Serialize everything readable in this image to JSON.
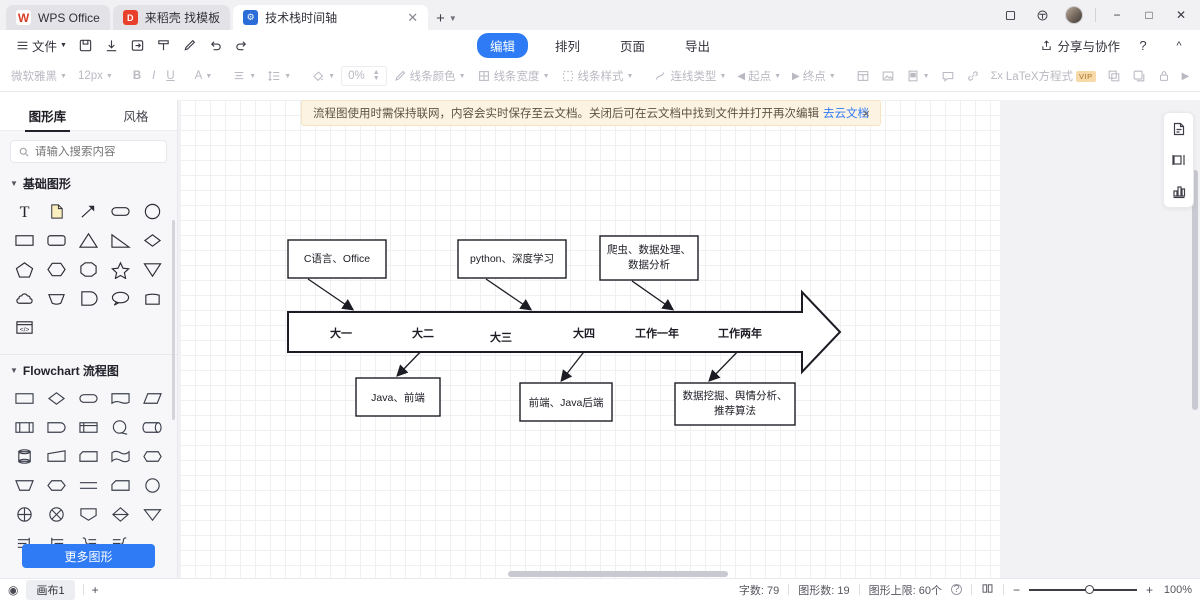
{
  "window": {
    "tabs": [
      {
        "label": "WPS Office",
        "icon": "wps-logo-icon",
        "active": false
      },
      {
        "label": "来稻壳 找模板",
        "icon": "docer-icon",
        "active": false
      },
      {
        "label": "技术栈时间轴",
        "icon": "flowchart-doc-icon",
        "active": true
      }
    ],
    "new_tab_label": "+",
    "controls": [
      "restore-icon",
      "compat-icon",
      "avatar",
      "minimize",
      "maximize",
      "close"
    ]
  },
  "menubar": {
    "file_label": "文件",
    "icons": [
      "save-icon",
      "download-icon",
      "export-icon",
      "format-painter-icon",
      "pen-icon",
      "undo-icon",
      "redo-icon"
    ],
    "tabs": [
      {
        "label": "编辑",
        "selected": true
      },
      {
        "label": "排列",
        "selected": false
      },
      {
        "label": "页面",
        "selected": false
      },
      {
        "label": "导出",
        "selected": false
      }
    ],
    "share_label": "分享与协作",
    "help_label": "?",
    "collapse_label": "^"
  },
  "format_toolbar": {
    "font_family": "微软雅黑",
    "font_size": "12px",
    "bold": "B",
    "italic": "I",
    "underline": "U",
    "font_color": "A",
    "align_label": "align-icon",
    "line_spacing_label": "line-spacing-icon",
    "fill_label": "fill-icon",
    "opacity_value": "0%",
    "line_color": "线条颜色",
    "line_width": "线条宽度",
    "line_style": "线条样式",
    "connector_type": "连线类型",
    "start_point": "起点",
    "end_point": "终点",
    "extra_icons": [
      "table-icon",
      "image-icon",
      "card-icon",
      "comment-icon",
      "link-icon"
    ],
    "latex_label": "LaTeX方程式",
    "latex_badge": "VIP",
    "tail_icons": [
      "group-icon",
      "copy-style-icon",
      "lock-icon",
      "more-icon"
    ]
  },
  "left_panel": {
    "tabs": [
      {
        "label": "图形库",
        "selected": true
      },
      {
        "label": "风格",
        "selected": false
      }
    ],
    "search_placeholder": "请输入搜索内容",
    "groups": [
      {
        "title": "基础图形",
        "shapes": [
          "text-T-icon",
          "note-icon",
          "arrow-line-icon",
          "rounded-rect-icon",
          "circle-icon",
          "rect-icon",
          "rounded-rect2-icon",
          "triangle-icon",
          "right-triangle-icon",
          "diamond-icon",
          "pentagon-icon",
          "hexagon-icon",
          "octagon-icon",
          "star-icon",
          "inverted-triangle-icon",
          "cloud-icon",
          "trapezoid-curve-icon",
          "quarter-round-icon",
          "speech-bubble-icon",
          "card-rect-icon",
          "code-block-icon"
        ]
      },
      {
        "title": "Flowchart 流程图",
        "shapes": [
          "process-icon",
          "decision-icon",
          "terminator-icon",
          "document-icon",
          "data-icon",
          "predefined-process-icon",
          "delay-icon",
          "internal-storage-icon",
          "connector-or-icon",
          "direct-data-icon",
          "database-icon",
          "manual-input-icon",
          "tape-data-icon",
          "multi-document-icon",
          "prep-hexagon-icon",
          "manual-operation-icon",
          "prep-icon",
          "parallel-mode-icon",
          "card-icon",
          "on-page-ref-icon",
          "summing-junction-icon",
          "or-icon",
          "extract-icon",
          "sort-icon",
          "merge-icon",
          "brace-right-icon",
          "brace-left-icon",
          "brace-close-icon",
          "brace-open-icon"
        ]
      }
    ],
    "more_shapes_label": "更多图形"
  },
  "canvas": {
    "banner": {
      "text": "流程图使用时需保持联网，内容会实时保存至云文档。关闭后可在云文档中找到文件并打开再次编辑",
      "link": "去云文档",
      "close": "×"
    },
    "timeline": {
      "stages": [
        "大一",
        "大二",
        "大三",
        "大四",
        "工作一年",
        "工作两年"
      ]
    },
    "top_notes": [
      {
        "lines": [
          "C语言、Office"
        ]
      },
      {
        "lines": [
          "python、深度学习"
        ]
      },
      {
        "lines": [
          "爬虫、数据处理、",
          "数据分析"
        ]
      }
    ],
    "bottom_notes": [
      {
        "lines": [
          "Java、前端"
        ]
      },
      {
        "lines": [
          "前端、Java后端"
        ]
      },
      {
        "lines": [
          "数据挖掘、舆情分析、",
          "推荐算法"
        ]
      }
    ]
  },
  "right_panel": {
    "buttons": [
      "document-panel-icon",
      "align-panel-icon",
      "chart-panel-icon"
    ]
  },
  "statusbar": {
    "layers_icon": "layers-icon",
    "sheet_name": "画布1",
    "add_label": "+",
    "word_count": "字数: 79",
    "shape_count": "图形数: 19",
    "shape_limit": "图形上限: 60个",
    "help_icon": "question-icon",
    "book_icon": "read-mode-icon",
    "zoom_out": "−",
    "zoom_in": "+",
    "zoom_level": "100%"
  },
  "colors": {
    "accent": "#2f7bf6",
    "banner_bg": "#fdf3e3",
    "canvas_bg": "#f2f2f5",
    "panel_bg": "#f7f7fa"
  }
}
